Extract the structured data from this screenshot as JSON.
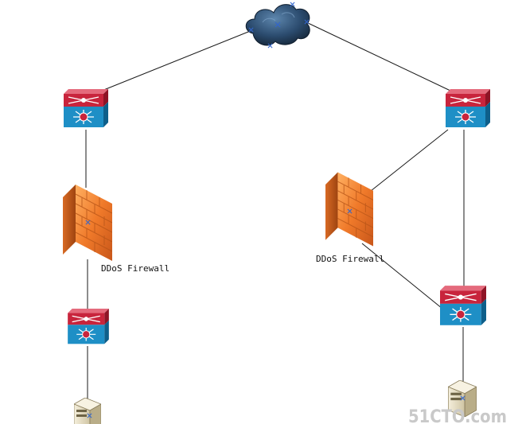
{
  "diagram": {
    "nodes": [
      {
        "id": "cloud",
        "kind": "cloud"
      },
      {
        "id": "sw-left-top",
        "kind": "layer3-switch"
      },
      {
        "id": "fw-left",
        "kind": "firewall",
        "label": "DDoS Firewall"
      },
      {
        "id": "sw-left-bottom",
        "kind": "layer3-switch"
      },
      {
        "id": "srv-left",
        "kind": "server"
      },
      {
        "id": "sw-right-top",
        "kind": "layer3-switch"
      },
      {
        "id": "fw-right",
        "kind": "firewall",
        "label": "DDoS Firewall"
      },
      {
        "id": "sw-right-bottom",
        "kind": "layer3-switch"
      },
      {
        "id": "srv-right",
        "kind": "server"
      }
    ],
    "links": [
      [
        "cloud",
        "sw-left-top"
      ],
      [
        "cloud",
        "sw-right-top"
      ],
      [
        "sw-left-top",
        "fw-left"
      ],
      [
        "fw-left",
        "sw-left-bottom"
      ],
      [
        "sw-left-bottom",
        "srv-left"
      ],
      [
        "sw-right-top",
        "fw-right"
      ],
      [
        "sw-right-top",
        "sw-right-bottom"
      ],
      [
        "fw-right",
        "sw-right-bottom"
      ],
      [
        "sw-right-bottom",
        "srv-right"
      ]
    ]
  },
  "watermark": {
    "text": "51CTO.com"
  },
  "colors": {
    "switch_top": "#c8243c",
    "switch_bottom": "#1e8fc6",
    "firewall": "#f07a2a",
    "cloud": "#1f3550",
    "server": "#e8e0c8"
  }
}
